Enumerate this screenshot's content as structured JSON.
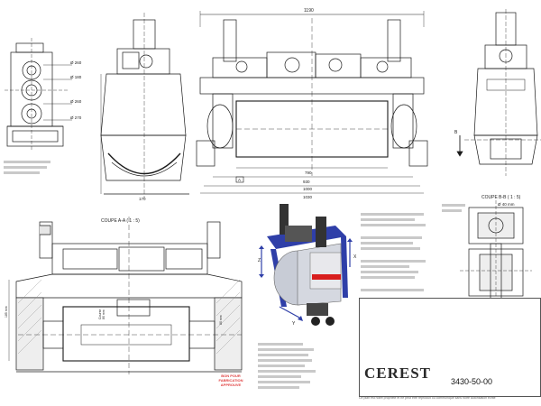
{
  "sheet": {
    "section_aa_label": "COUPE A-A ( 1 : 5)",
    "section_bb_label": "COUPE B-B ( 1 : 5)",
    "dim_overall_top": "1190",
    "dim_lower_1000": "1000",
    "dim_lower_1030": "1030",
    "dim_inner": "930",
    "dim_roller": "790",
    "dim_side_170": "170",
    "dim_section_height": "80 mm",
    "dim_course": "Course",
    "dim_260_top": "Ø 260",
    "dim_180": "Ø 180",
    "dim_260_mid": "Ø 260",
    "dim_270": "Ø 270",
    "dim_detail": "Ø 40 mm",
    "view_marker_a": "A",
    "view_marker_b": "B",
    "dim_vertical_a": "185 mm",
    "dim_vertical_b": "80 mm"
  },
  "iso_view": {
    "axis_x": "X",
    "axis_y": "Y",
    "axis_z": "Z",
    "accent_color": "#d81e1e",
    "frame_color": "#2f3fa8",
    "body_color": "#c8ccd6"
  },
  "title_block": {
    "company": "CEREST",
    "drawing_number": "3430-50-00",
    "footer_note": "Ce plan est notre propriété et ne peut être reproduit ou communiqué sans notre autorisation écrite",
    "stamp": "BON POUR FABRICATION APPROUVE"
  }
}
